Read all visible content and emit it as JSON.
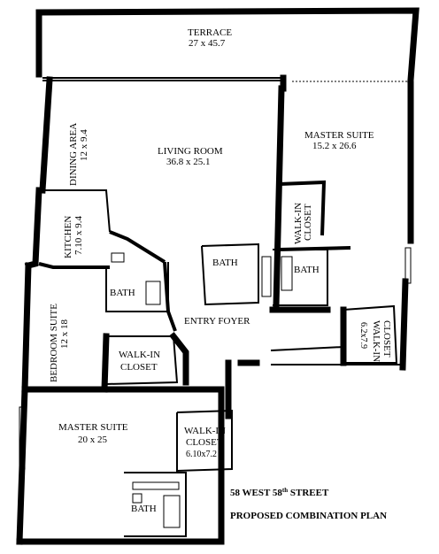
{
  "rooms": {
    "terrace": {
      "name": "TERRACE",
      "dims": "27 x 45.7"
    },
    "dining": {
      "name": "DINING AREA",
      "dims": "12 x 9.4"
    },
    "living": {
      "name": "LIVING ROOM",
      "dims": "36.8 x 25.1"
    },
    "master_suite_top": {
      "name": "MASTER SUITE",
      "dims": "15.2 x 26.6"
    },
    "walkin_top": {
      "name_line1": "WALK-IN",
      "name_line2": "CLOSET"
    },
    "kitchen": {
      "name": "KITCHEN",
      "dims": "7.10 x 9.4"
    },
    "bath_center": {
      "name": "BATH"
    },
    "bath_right": {
      "name": "BATH"
    },
    "bath_left": {
      "name": "BATH"
    },
    "bedroom_suite": {
      "name": "BEDROOM SUITE",
      "dims": "12 x 18"
    },
    "entry_foyer": {
      "name": "ENTRY FOYER"
    },
    "walkin_right": {
      "name": "WALK-IN",
      "name_line2": "CLOSET",
      "dims": "6.2x7.9"
    },
    "walkin_left": {
      "name_line1": "WALK-IN",
      "name_line2": "CLOSET"
    },
    "master_suite_bottom": {
      "name": "MASTER SUITE",
      "dims": "20 x 25"
    },
    "walkin_bottom": {
      "name_line1": "WALK-IN",
      "name_line2": "CLOSET",
      "dims": "6.10x7.2"
    },
    "bath_bottom": {
      "name": "BATH"
    }
  },
  "caption": {
    "address_prefix": "58 WEST 58",
    "address_sup": "th",
    "address_suffix": " STREET",
    "title": "PROPOSED COMBINATION PLAN"
  }
}
